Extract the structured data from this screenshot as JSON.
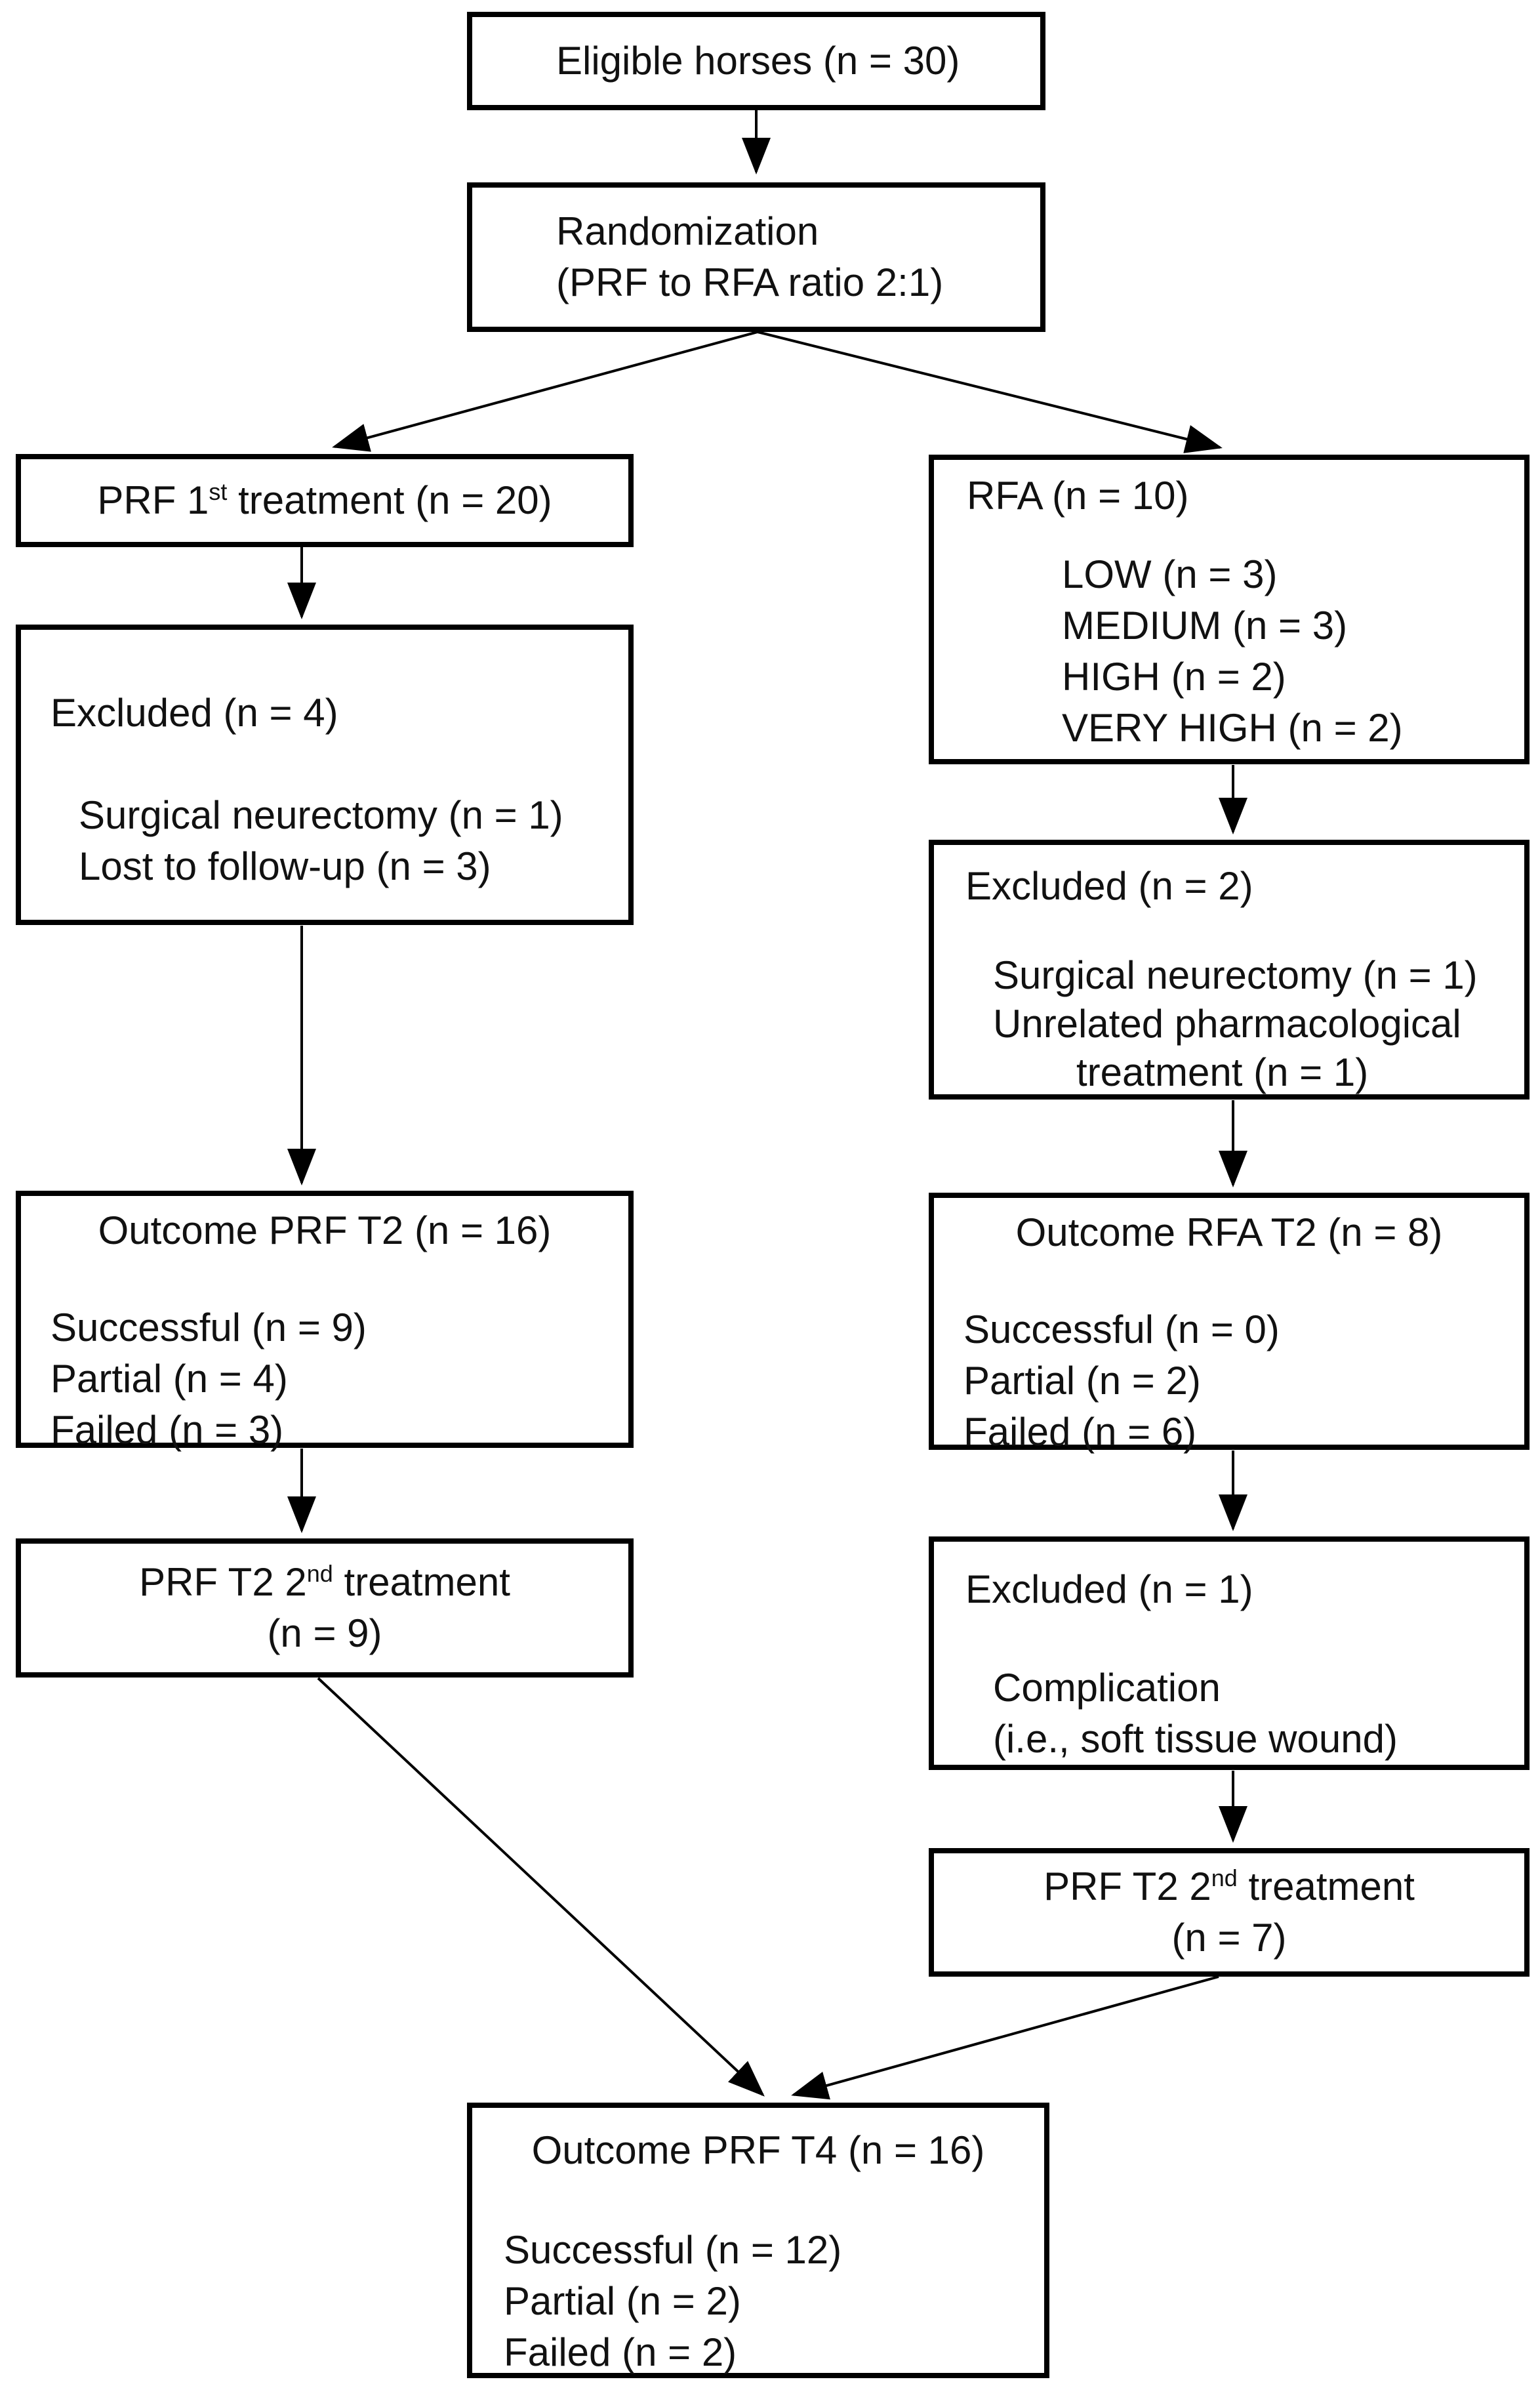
{
  "figure": {
    "type": "flowchart",
    "colors": {
      "background": "#ffffff",
      "box_border": "#000000",
      "text": "#111111",
      "arrow": "#000000"
    },
    "nodes": {
      "eligible": {
        "label": "Eligible horses (n = 30)"
      },
      "randomization": {
        "line1": "Randomization",
        "line2": "(PRF to RFA ratio 2:1)"
      },
      "prf_first": {
        "pre": "PRF 1",
        "sup": "st",
        "post": " treatment (n = 20)"
      },
      "excluded_prf": {
        "title": "Excluded (n = 4)",
        "details": [
          "Surgical neurectomy (n = 1)",
          "Lost to follow-up (n = 3)"
        ]
      },
      "rfa": {
        "title": "RFA (n = 10)",
        "details": [
          "LOW (n = 3)",
          "MEDIUM (n = 3)",
          "HIGH (n = 2)",
          "VERY HIGH (n = 2)"
        ]
      },
      "excluded_rfa": {
        "title": "Excluded (n = 2)",
        "details": [
          "Surgical neurectomy (n = 1)",
          "Unrelated pharmacological",
          "treatment (n = 1)"
        ]
      },
      "outcome_prf_t2": {
        "title": "Outcome PRF T2 (n = 16)",
        "details": [
          "Successful (n = 9)",
          "Partial (n = 4)",
          "Failed (n = 3)"
        ]
      },
      "outcome_rfa_t2": {
        "title": "Outcome RFA T2 (n = 8)",
        "details": [
          "Successful (n = 0)",
          "Partial (n = 2)",
          "Failed (n = 6)"
        ]
      },
      "prf_t2_second_left": {
        "pre": "PRF T2 2",
        "sup": "nd",
        "post": " treatment",
        "line2": "(n = 9)"
      },
      "excluded_complication": {
        "title": "Excluded (n = 1)",
        "details": [
          "Complication",
          "(i.e., soft tissue wound)"
        ]
      },
      "prf_t2_second_right": {
        "pre": "PRF T2 2",
        "sup": "nd",
        "post": " treatment",
        "line2": "(n = 7)"
      },
      "outcome_prf_t4": {
        "title": "Outcome PRF T4 (n = 16)",
        "details": [
          "Successful (n = 12)",
          "Partial (n = 2)",
          "Failed (n = 2)"
        ]
      }
    }
  }
}
